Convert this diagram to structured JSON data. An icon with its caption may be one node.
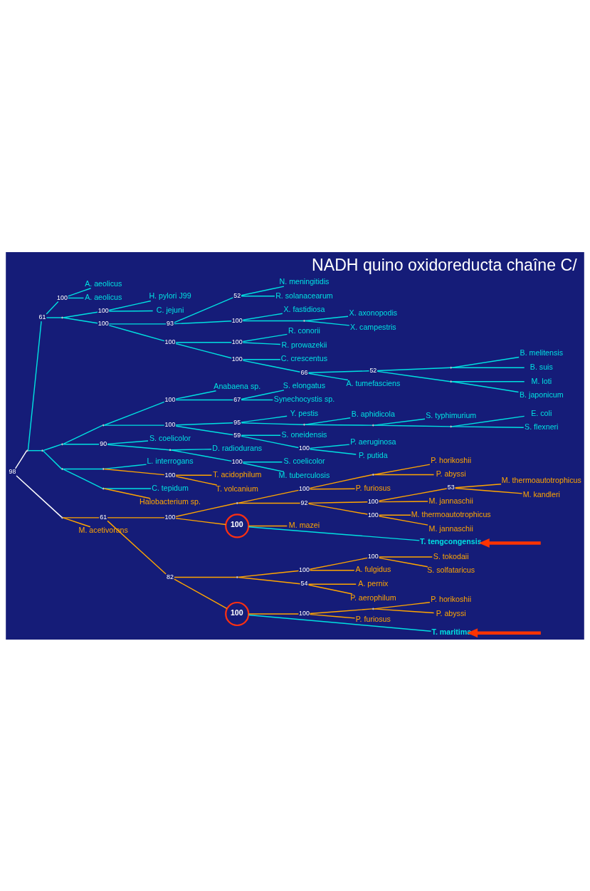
{
  "diagram": {
    "title": "NADH quino oxidoreducta chaîne C/",
    "nodes": [
      {
        "text": [],
        "shape": "point",
        "beside": [
          "98"
        ]
      },
      {
        "text": [],
        "shape": "point"
      },
      {
        "text": [],
        "shape": "point",
        "beside": [
          "61"
        ]
      },
      {
        "text": [],
        "shape": "point",
        "beside": [
          "100"
        ]
      },
      {
        "text": [
          "A. aeolicus"
        ]
      },
      {
        "text": [
          "A. aeolicus"
        ]
      },
      {
        "text": [],
        "shape": "point"
      },
      {
        "text": [],
        "shape": "point",
        "beside": [
          "100"
        ]
      },
      {
        "text": [
          "H. pylori J99"
        ]
      },
      {
        "text": [
          "C. jejuni"
        ]
      },
      {
        "text": [],
        "shape": "point",
        "beside": [
          "100"
        ]
      },
      {
        "text": [],
        "shape": "point",
        "beside": [
          "93"
        ]
      },
      {
        "text": [],
        "shape": "point",
        "beside": [
          "52"
        ]
      },
      {
        "text": [
          "N. meningitidis"
        ]
      },
      {
        "text": [
          "R. solanacearum"
        ]
      },
      {
        "text": [],
        "shape": "point",
        "beside": [
          "100"
        ]
      },
      {
        "text": [
          "X. fastidiosa"
        ]
      },
      {
        "text": [],
        "shape": "point"
      },
      {
        "text": [
          "X. axonopodis"
        ]
      },
      {
        "text": [
          "X. campestris"
        ]
      },
      {
        "text": [],
        "shape": "point",
        "beside": [
          "100"
        ]
      },
      {
        "text": [],
        "shape": "point",
        "beside": [
          "100"
        ]
      },
      {
        "text": [
          "R. conorii"
        ]
      },
      {
        "text": [
          "R. prowazekii"
        ]
      },
      {
        "text": [],
        "shape": "point",
        "beside": [
          "100"
        ]
      },
      {
        "text": [
          "C. crescentus"
        ]
      },
      {
        "text": [],
        "shape": "point",
        "beside": [
          "66"
        ]
      },
      {
        "text": [],
        "shape": "point",
        "beside": [
          "52"
        ]
      },
      {
        "text": [],
        "shape": "point"
      },
      {
        "text": [
          "B. melitensis"
        ]
      },
      {
        "text": [
          "B. suis"
        ]
      },
      {
        "text": [],
        "shape": "point"
      },
      {
        "text": [
          "M. loti"
        ]
      },
      {
        "text": [
          "B. japonicum"
        ]
      },
      {
        "text": [
          "A. tumefasciens"
        ]
      },
      {
        "text": [],
        "shape": "point"
      },
      {
        "text": [],
        "shape": "point"
      },
      {
        "text": [],
        "shape": "point"
      },
      {
        "text": [],
        "shape": "point",
        "beside": [
          "100"
        ]
      },
      {
        "text": [
          "Anabaena sp."
        ]
      },
      {
        "text": [],
        "shape": "point",
        "beside": [
          "67"
        ]
      },
      {
        "text": [
          "S. elongatus"
        ]
      },
      {
        "text": [
          "Synechocystis sp."
        ]
      },
      {
        "text": [],
        "shape": "point",
        "beside": [
          "100"
        ]
      },
      {
        "text": [],
        "shape": "point",
        "beside": [
          "95"
        ]
      },
      {
        "text": [
          "Y. pestis"
        ]
      },
      {
        "text": [],
        "shape": "point"
      },
      {
        "text": [
          "B. aphidicola"
        ]
      },
      {
        "text": [],
        "shape": "point"
      },
      {
        "text": [
          "S. typhimurium"
        ]
      },
      {
        "text": [],
        "shape": "point"
      },
      {
        "text": [
          "E. coli"
        ]
      },
      {
        "text": [
          "S. flexneri"
        ]
      },
      {
        "text": [],
        "shape": "point",
        "beside": [
          "59"
        ]
      },
      {
        "text": [
          "S. oneidensis"
        ]
      },
      {
        "text": [],
        "shape": "point",
        "beside": [
          "100"
        ]
      },
      {
        "text": [
          "P. aeruginosa"
        ]
      },
      {
        "text": [
          "P. putida"
        ]
      },
      {
        "text": [],
        "shape": "point",
        "beside": [
          "90"
        ]
      },
      {
        "text": [
          "S. coelicolor"
        ]
      },
      {
        "text": [],
        "shape": "point"
      },
      {
        "text": [
          "D. radiodurans"
        ]
      },
      {
        "text": [],
        "shape": "point",
        "beside": [
          "100"
        ]
      },
      {
        "text": [
          "S. coelicolor"
        ]
      },
      {
        "text": [
          "M. tuberculosis"
        ]
      },
      {
        "text": [],
        "shape": "point"
      },
      {
        "text": [],
        "shape": "point"
      },
      {
        "text": [
          "L. interrogans"
        ]
      },
      {
        "text": [],
        "shape": "point",
        "beside": [
          "100"
        ]
      },
      {
        "text": [
          "T. acidophilum"
        ]
      },
      {
        "text": [
          "T. volcanium"
        ]
      },
      {
        "text": [],
        "shape": "point"
      },
      {
        "text": [
          "C. tepidum"
        ]
      },
      {
        "text": [
          "Halobacterium sp."
        ]
      },
      {
        "text": [],
        "shape": "point"
      },
      {
        "text": [],
        "shape": "point",
        "beside": [
          "61"
        ]
      },
      {
        "text": [],
        "shape": "point",
        "beside": [
          "100"
        ]
      },
      {
        "text": [],
        "shape": "point"
      },
      {
        "text": [],
        "shape": "point",
        "beside": [
          "100"
        ]
      },
      {
        "text": [],
        "shape": "point"
      },
      {
        "text": [
          "P. horikoshii"
        ]
      },
      {
        "text": [
          "P. abyssi"
        ]
      },
      {
        "text": [
          "P. furiosus"
        ]
      },
      {
        "text": [],
        "shape": "point",
        "beside": [
          "92"
        ]
      },
      {
        "text": [],
        "shape": "point",
        "beside": [
          "100"
        ]
      },
      {
        "text": [],
        "shape": "point",
        "beside": [
          "53"
        ]
      },
      {
        "text": [
          "M. thermoautotrophicus"
        ]
      },
      {
        "text": [
          "M. kandleri"
        ]
      },
      {
        "text": [
          "M. jannaschii"
        ]
      },
      {
        "text": [],
        "shape": "point",
        "beside": [
          "100"
        ]
      },
      {
        "text": [
          "M. thermoautotrophicus"
        ]
      },
      {
        "text": [
          "M. jannaschii"
        ]
      },
      {
        "text": [
          "100"
        ]
      },
      {
        "text": [
          "M. mazei"
        ]
      },
      {
        "text": [
          "T. tengcongensis"
        ]
      },
      {
        "text": [],
        "shape": "point",
        "beside": [
          "82"
        ]
      },
      {
        "text": [],
        "shape": "point"
      },
      {
        "text": [],
        "shape": "point",
        "beside": [
          "100"
        ]
      },
      {
        "text": [],
        "shape": "point",
        "beside": [
          "100"
        ]
      },
      {
        "text": [
          "S. tokodaii"
        ]
      },
      {
        "text": [
          "S. solfataricus"
        ]
      },
      {
        "text": [
          "A. fulgidus"
        ]
      },
      {
        "text": [],
        "shape": "point",
        "beside": [
          "54"
        ]
      },
      {
        "text": [
          "A. pernix"
        ]
      },
      {
        "text": [
          "P. aerophilum"
        ]
      },
      {
        "text": [
          "100"
        ]
      },
      {
        "text": [],
        "shape": "point",
        "beside": [
          "100"
        ]
      },
      {
        "text": [],
        "shape": "point"
      },
      {
        "text": [
          "P. horikoshii"
        ]
      },
      {
        "text": [
          "P. abyssi"
        ]
      },
      {
        "text": [
          "P. furiosus"
        ]
      },
      {
        "text": [
          "T. maritima"
        ]
      },
      {
        "text": [
          "M. acetivorans"
        ]
      }
    ],
    "edges": [
      {
        "from": 0,
        "to": 1,
        "arrow": "none",
        "color": "#ffffff"
      },
      {
        "from": 0,
        "to": 74,
        "arrow": "none",
        "color": "#ffffff"
      },
      {
        "from": 1,
        "to": 2,
        "arrow": "none"
      },
      {
        "from": 1,
        "to": 35,
        "arrow": "none"
      },
      {
        "from": 2,
        "to": 3,
        "arrow": "none"
      },
      {
        "from": 2,
        "to": 6,
        "arrow": "none"
      },
      {
        "from": 3,
        "to": 4,
        "arrow": "none"
      },
      {
        "from": 3,
        "to": 5,
        "arrow": "none"
      },
      {
        "from": 6,
        "to": 7,
        "arrow": "none"
      },
      {
        "from": 6,
        "to": 10,
        "arrow": "none"
      },
      {
        "from": 7,
        "to": 8,
        "arrow": "none"
      },
      {
        "from": 7,
        "to": 9,
        "arrow": "none"
      },
      {
        "from": 10,
        "to": 11,
        "arrow": "none"
      },
      {
        "from": 10,
        "to": 20,
        "arrow": "none"
      },
      {
        "from": 11,
        "to": 12,
        "arrow": "none"
      },
      {
        "from": 11,
        "to": 15,
        "arrow": "none"
      },
      {
        "from": 12,
        "to": 13,
        "arrow": "none"
      },
      {
        "from": 12,
        "to": 14,
        "arrow": "none"
      },
      {
        "from": 15,
        "to": 16,
        "arrow": "none"
      },
      {
        "from": 15,
        "to": 17,
        "arrow": "none"
      },
      {
        "from": 17,
        "to": 18,
        "arrow": "none"
      },
      {
        "from": 17,
        "to": 19,
        "arrow": "none"
      },
      {
        "from": 20,
        "to": 21,
        "arrow": "none"
      },
      {
        "from": 20,
        "to": 24,
        "arrow": "none"
      },
      {
        "from": 21,
        "to": 22,
        "arrow": "none"
      },
      {
        "from": 21,
        "to": 23,
        "arrow": "none"
      },
      {
        "from": 24,
        "to": 25,
        "arrow": "none"
      },
      {
        "from": 24,
        "to": 26,
        "arrow": "none"
      },
      {
        "from": 26,
        "to": 27,
        "arrow": "none"
      },
      {
        "from": 26,
        "to": 34,
        "arrow": "none"
      },
      {
        "from": 27,
        "to": 28,
        "arrow": "none"
      },
      {
        "from": 27,
        "to": 31,
        "arrow": "none"
      },
      {
        "from": 28,
        "to": 29,
        "arrow": "none"
      },
      {
        "from": 28,
        "to": 30,
        "arrow": "none"
      },
      {
        "from": 31,
        "to": 32,
        "arrow": "none"
      },
      {
        "from": 31,
        "to": 33,
        "arrow": "none"
      },
      {
        "from": 35,
        "to": 36,
        "arrow": "none"
      },
      {
        "from": 35,
        "to": 65,
        "arrow": "none"
      },
      {
        "from": 36,
        "to": 37,
        "arrow": "none"
      },
      {
        "from": 36,
        "to": 58,
        "arrow": "none"
      },
      {
        "from": 37,
        "to": 38,
        "arrow": "none"
      },
      {
        "from": 37,
        "to": 43,
        "arrow": "none"
      },
      {
        "from": 38,
        "to": 39,
        "arrow": "none"
      },
      {
        "from": 38,
        "to": 40,
        "arrow": "none"
      },
      {
        "from": 40,
        "to": 41,
        "arrow": "none"
      },
      {
        "from": 40,
        "to": 42,
        "arrow": "none"
      },
      {
        "from": 43,
        "to": 44,
        "arrow": "none"
      },
      {
        "from": 43,
        "to": 53,
        "arrow": "none"
      },
      {
        "from": 44,
        "to": 45,
        "arrow": "none"
      },
      {
        "from": 44,
        "to": 46,
        "arrow": "none"
      },
      {
        "from": 46,
        "to": 47,
        "arrow": "none"
      },
      {
        "from": 46,
        "to": 48,
        "arrow": "none"
      },
      {
        "from": 48,
        "to": 49,
        "arrow": "none"
      },
      {
        "from": 48,
        "to": 50,
        "arrow": "none"
      },
      {
        "from": 50,
        "to": 51,
        "arrow": "none"
      },
      {
        "from": 50,
        "to": 52,
        "arrow": "none"
      },
      {
        "from": 53,
        "to": 54,
        "arrow": "none"
      },
      {
        "from": 53,
        "to": 55,
        "arrow": "none"
      },
      {
        "from": 55,
        "to": 56,
        "arrow": "none"
      },
      {
        "from": 55,
        "to": 57,
        "arrow": "none"
      },
      {
        "from": 58,
        "to": 59,
        "arrow": "none"
      },
      {
        "from": 58,
        "to": 60,
        "arrow": "none"
      },
      {
        "from": 60,
        "to": 61,
        "arrow": "none"
      },
      {
        "from": 60,
        "to": 62,
        "arrow": "none"
      },
      {
        "from": 62,
        "to": 63,
        "arrow": "none"
      },
      {
        "from": 62,
        "to": 64,
        "arrow": "none"
      },
      {
        "from": 65,
        "to": 66,
        "arrow": "none"
      },
      {
        "from": 65,
        "to": 71,
        "arrow": "none"
      },
      {
        "from": 66,
        "to": 67,
        "arrow": "none"
      },
      {
        "from": 66,
        "to": 68,
        "arrow": "none",
        "color": "#ffa500"
      },
      {
        "from": 68,
        "to": 69,
        "arrow": "none",
        "color": "#ffa500"
      },
      {
        "from": 68,
        "to": 70,
        "arrow": "none",
        "color": "#ffa500"
      },
      {
        "from": 71,
        "to": 72,
        "arrow": "none"
      },
      {
        "from": 71,
        "to": 73,
        "arrow": "none",
        "color": "#ffa500"
      },
      {
        "from": 74,
        "to": 75,
        "arrow": "none",
        "color": "#ffa500"
      },
      {
        "from": 74,
        "to": 112,
        "arrow": "none",
        "color": "#ffa500"
      },
      {
        "from": 75,
        "to": 76,
        "arrow": "none",
        "color": "#ffa500"
      },
      {
        "from": 75,
        "to": 95,
        "arrow": "none",
        "color": "#ffa500"
      },
      {
        "from": 76,
        "to": 77,
        "arrow": "none",
        "color": "#ffa500"
      },
      {
        "from": 76,
        "to": 92,
        "arrow": "none",
        "color": "#ffa500"
      },
      {
        "from": 77,
        "to": 78,
        "arrow": "none",
        "color": "#ffa500"
      },
      {
        "from": 77,
        "to": 83,
        "arrow": "none",
        "color": "#ffa500"
      },
      {
        "from": 78,
        "to": 79,
        "arrow": "none",
        "color": "#ffa500"
      },
      {
        "from": 78,
        "to": 82,
        "arrow": "none",
        "color": "#ffa500"
      },
      {
        "from": 79,
        "to": 80,
        "arrow": "none",
        "color": "#ffa500"
      },
      {
        "from": 79,
        "to": 81,
        "arrow": "none",
        "color": "#ffa500"
      },
      {
        "from": 83,
        "to": 84,
        "arrow": "none",
        "color": "#ffa500"
      },
      {
        "from": 83,
        "to": 89,
        "arrow": "none",
        "color": "#ffa500"
      },
      {
        "from": 84,
        "to": 85,
        "arrow": "none",
        "color": "#ffa500"
      },
      {
        "from": 84,
        "to": 88,
        "arrow": "none",
        "color": "#ffa500"
      },
      {
        "from": 85,
        "to": 86,
        "arrow": "none",
        "color": "#ffa500"
      },
      {
        "from": 85,
        "to": 87,
        "arrow": "none",
        "color": "#ffa500"
      },
      {
        "from": 89,
        "to": 90,
        "arrow": "none",
        "color": "#ffa500"
      },
      {
        "from": 89,
        "to": 91,
        "arrow": "none",
        "color": "#ffa500"
      },
      {
        "from": 92,
        "to": 93,
        "arrow": "none",
        "color": "#ffa500"
      },
      {
        "from": 92,
        "to": 94,
        "arrow": "none"
      },
      {
        "from": 95,
        "to": 96,
        "arrow": "none",
        "color": "#ffa500"
      },
      {
        "from": 95,
        "to": 105,
        "arrow": "none",
        "color": "#ffa500"
      },
      {
        "from": 96,
        "to": 97,
        "arrow": "none",
        "color": "#ffa500"
      },
      {
        "from": 96,
        "to": 102,
        "arrow": "none",
        "color": "#ffa500"
      },
      {
        "from": 97,
        "to": 98,
        "arrow": "none",
        "color": "#ffa500"
      },
      {
        "from": 97,
        "to": 101,
        "arrow": "none",
        "color": "#ffa500"
      },
      {
        "from": 98,
        "to": 99,
        "arrow": "none",
        "color": "#ffa500"
      },
      {
        "from": 98,
        "to": 100,
        "arrow": "none",
        "color": "#ffa500"
      },
      {
        "from": 102,
        "to": 103,
        "arrow": "none",
        "color": "#ffa500"
      },
      {
        "from": 102,
        "to": 104,
        "arrow": "none",
        "color": "#ffa500"
      },
      {
        "from": 105,
        "to": 106,
        "arrow": "none",
        "color": "#ffa500"
      },
      {
        "from": 105,
        "to": 111,
        "arrow": "none"
      },
      {
        "from": 106,
        "to": 107,
        "arrow": "none",
        "color": "#ffa500"
      },
      {
        "from": 106,
        "to": 110,
        "arrow": "none",
        "color": "#ffa500"
      },
      {
        "from": 107,
        "to": 108,
        "arrow": "none",
        "color": "#ffa500"
      },
      {
        "from": 107,
        "to": 109,
        "arrow": "none",
        "color": "#ffa500"
      },
      {
        "from": null,
        "to": 94,
        "arrow": "to",
        "style": "thick",
        "color": "#ff3300"
      },
      {
        "from": null,
        "to": 111,
        "arrow": "to",
        "style": "thick",
        "color": "#ff3300"
      }
    ]
  }
}
